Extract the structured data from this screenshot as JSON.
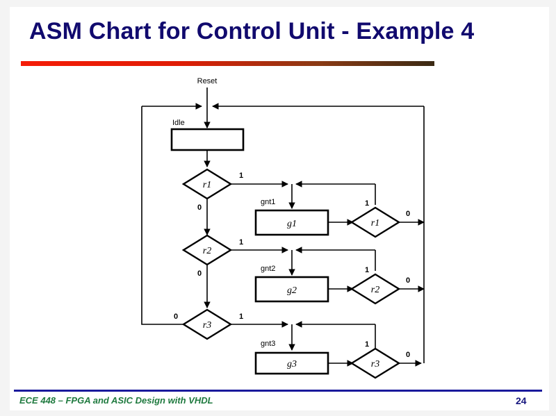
{
  "slide": {
    "title": "ASM Chart for Control Unit - Example 4",
    "title_color": "#110a6e",
    "rule_color_start": "#f51c07",
    "rule_color_end": "#3a2a14",
    "background": "#ffffff"
  },
  "footer": {
    "text": "ECE 448 – FPGA and ASIC Design with VHDL",
    "text_color": "#1f7a3f",
    "page_number": "24",
    "page_number_color": "#17177f",
    "rule_color": "#19199c"
  },
  "diagram": {
    "type": "asm-chart",
    "reset_label": "Reset",
    "states": [
      {
        "id": "idle",
        "label": "Idle",
        "box_text": ""
      },
      {
        "id": "gnt1",
        "label": "gnt1",
        "box_text": "g1"
      },
      {
        "id": "gnt2",
        "label": "gnt2",
        "box_text": "g2"
      },
      {
        "id": "gnt3",
        "label": "gnt3",
        "box_text": "g3"
      }
    ],
    "decisions": [
      {
        "id": "r1-left",
        "label": "r1",
        "true_label": "1",
        "false_label": "0"
      },
      {
        "id": "r2-left",
        "label": "r2",
        "true_label": "1",
        "false_label": "0"
      },
      {
        "id": "r3-left",
        "label": "r3",
        "true_label": "1",
        "false_label": "0"
      },
      {
        "id": "r1-right",
        "label": "r1",
        "true_label": "1",
        "false_label": "0"
      },
      {
        "id": "r2-right",
        "label": "r2",
        "true_label": "1",
        "false_label": "0"
      },
      {
        "id": "r3-right",
        "label": "r3",
        "true_label": "1",
        "false_label": "0"
      }
    ],
    "branch_labels": {
      "r1_left_true": "1",
      "r1_left_false": "0",
      "r2_left_true": "1",
      "r2_left_false": "0",
      "r3_left_true": "1",
      "r3_left_false": "0",
      "r1_right_true": "1",
      "r1_right_false": "0",
      "r2_right_true": "1",
      "r2_right_false": "0",
      "r3_right_true": "1",
      "r3_right_false": "0"
    }
  }
}
